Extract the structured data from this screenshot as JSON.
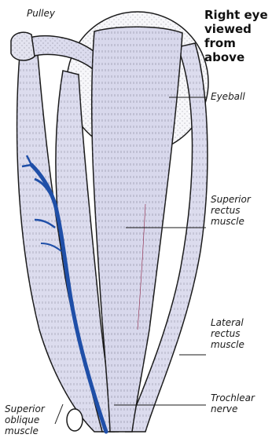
{
  "title": "Right eye\nviewed\nfrom\nabove",
  "labels": {
    "pulley": "Pulley",
    "eyeball": "Eyeball",
    "superior_rectus": "Superior\nrectus\nmuscle",
    "lateral_rectus": "Lateral\nrectus\nmuscle",
    "trochlear_nerve": "Trochlear\nnerve",
    "superior_oblique": "Superior\noblique\nmuscle"
  },
  "colors": {
    "muscle_fill": "#dcdcee",
    "outline": "#1a1a1a",
    "nerve": "#1f4fa8",
    "eyeball": "#f7f7fa"
  }
}
